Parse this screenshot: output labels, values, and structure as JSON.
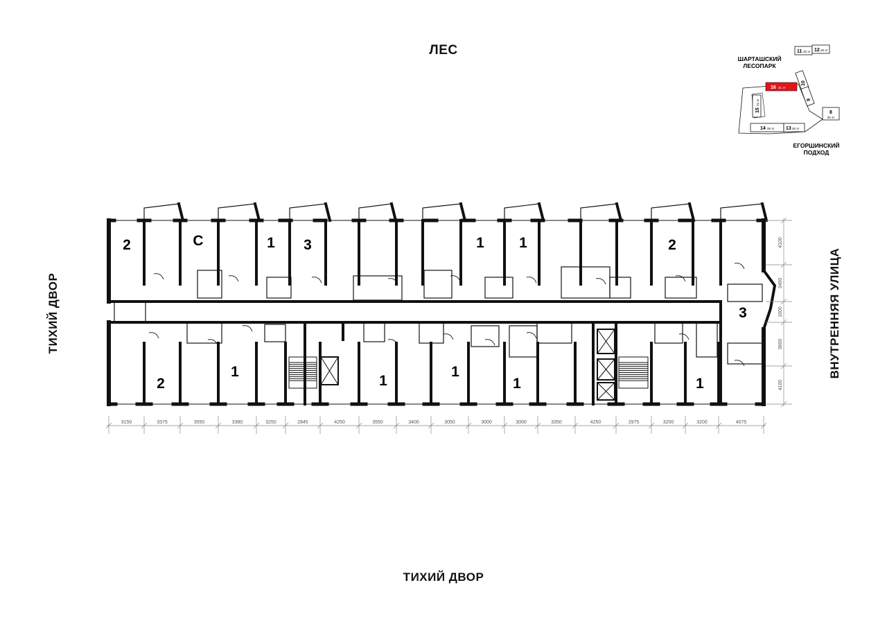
{
  "labels": {
    "top": "ЛЕС",
    "bottom": "ТИХИЙ ДВОР",
    "left": "ТИХИЙ ДВОР",
    "right": "ВНУТРЕННЯЯ УЛИЦА"
  },
  "keymap": {
    "park_line1": "ШАРТАШСКИЙ",
    "park_line2": "ЛЕСОПАРК",
    "approach_line1": "ЕГОРШИНСКИЙ",
    "approach_line2": "ПОДХОД",
    "highlight_color": "#e3151b",
    "buildings": [
      {
        "num": "11",
        "floors": "30 эт"
      },
      {
        "num": "12",
        "floors": "26 эт"
      },
      {
        "num": "16",
        "floors": "31 эт",
        "highlighted": true
      },
      {
        "num": "10",
        "floors": "31 эт"
      },
      {
        "num": "9",
        "floors": "26 эт"
      },
      {
        "num": "15",
        "floors": "21 эт"
      },
      {
        "num": "8",
        "floors": "26 эт"
      },
      {
        "num": "14",
        "floors": "26 эт"
      },
      {
        "num": "13",
        "floors": "26 эт"
      }
    ]
  },
  "apartments": {
    "top_row": [
      "2",
      "С",
      "1",
      "3",
      "1",
      "1",
      "2"
    ],
    "right_end": "3",
    "bottom_row": [
      "2",
      "1",
      "1",
      "1",
      "1",
      "1"
    ]
  },
  "dimensions": {
    "bottom": [
      "3150",
      "3375",
      "3550",
      "3380",
      "3250",
      "2845",
      "4250",
      "3550",
      "3400",
      "3050",
      "3000",
      "3000",
      "3350",
      "4250",
      "2975",
      "3200",
      "3200",
      "4075"
    ],
    "right": [
      "4100",
      "3400",
      "1600",
      "3600",
      "4100"
    ]
  }
}
